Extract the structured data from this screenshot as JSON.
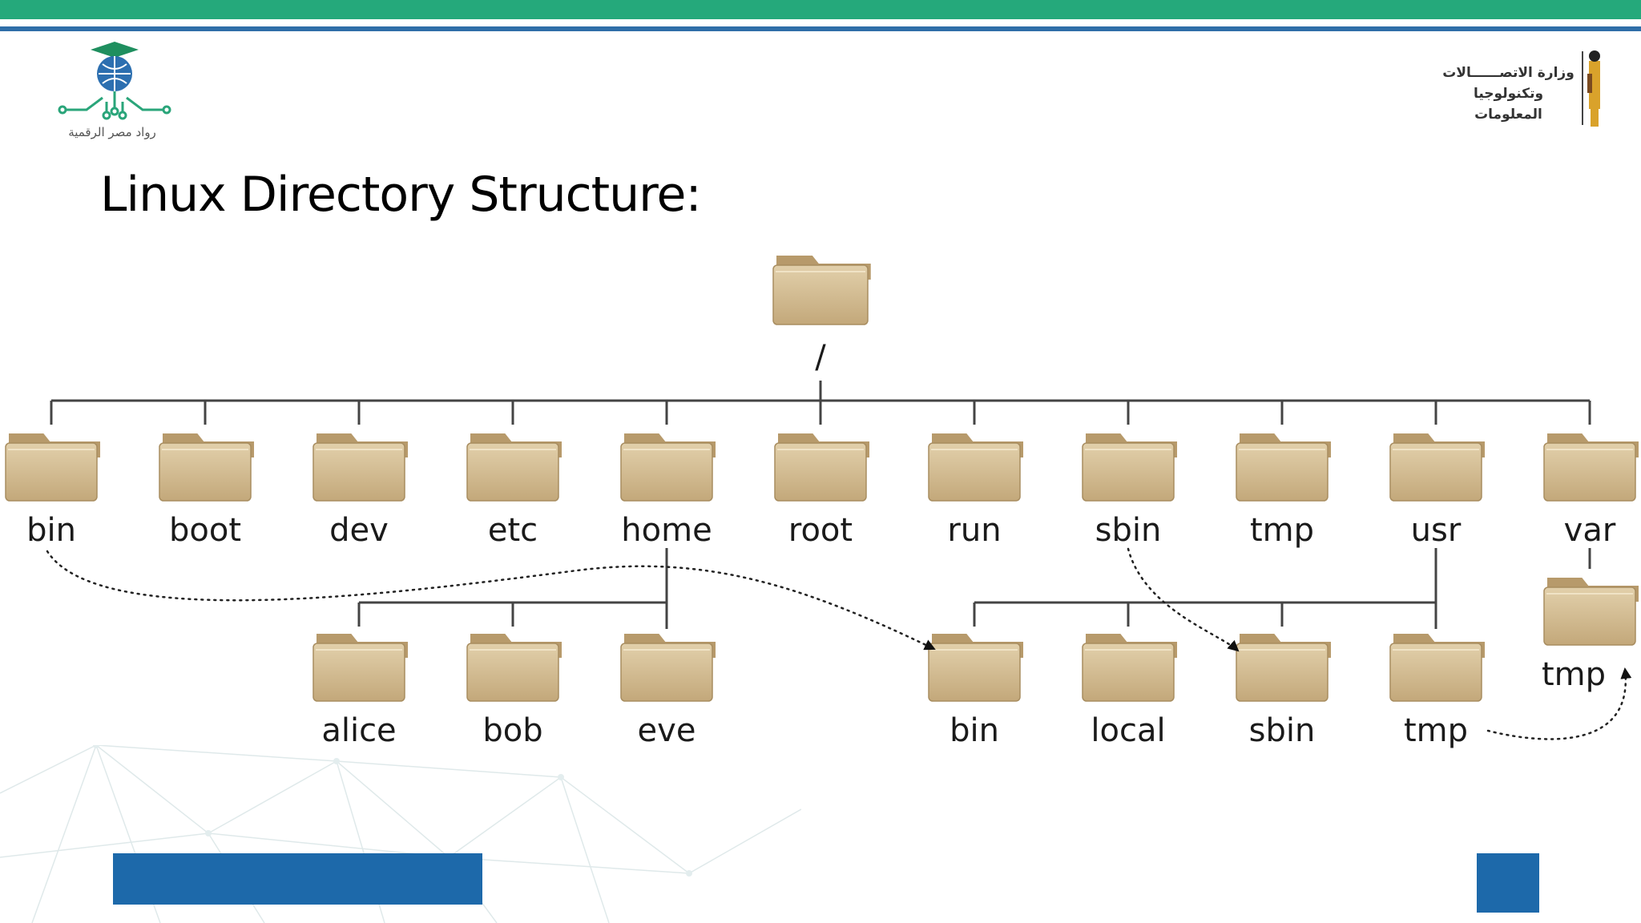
{
  "slide": {
    "title": "Linux Directory Structure:"
  },
  "branding": {
    "left_logo_text": "رواد مصر الرقمية",
    "right_logo_line1": "وزارة الاتصــــــالات",
    "right_logo_line2": "وتكنولوجيا المعلومات"
  },
  "tree": {
    "root_label": "/",
    "top_level": [
      "bin",
      "boot",
      "dev",
      "etc",
      "home",
      "root",
      "run",
      "sbin",
      "tmp",
      "usr",
      "var"
    ],
    "home_children": [
      "alice",
      "bob",
      "eve"
    ],
    "usr_children": [
      "bin",
      "local",
      "sbin",
      "tmp"
    ],
    "var_children": [
      "tmp"
    ]
  },
  "colors": {
    "accent_green": "#25a97b",
    "accent_blue": "#2f6ea8",
    "footer_blue": "#1d69aa",
    "folder_body": "#d2bc93",
    "folder_tab": "#b79a6b",
    "line": "#444444"
  }
}
